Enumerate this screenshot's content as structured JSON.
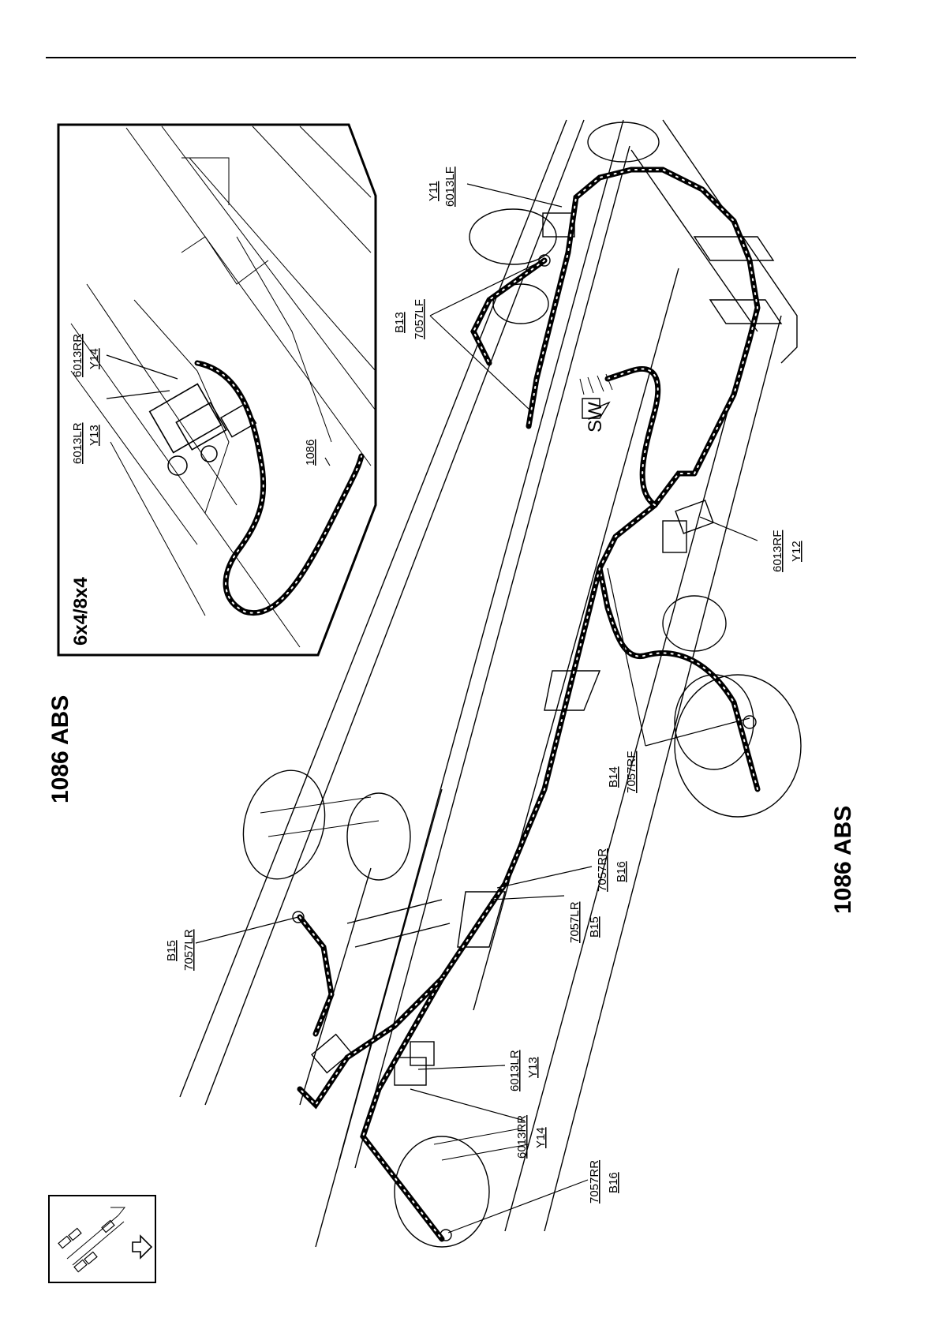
{
  "title_main": "1086 ABS",
  "title_secondary": "1086 ABS",
  "inset": {
    "title": "6x4/8x4",
    "labels": {
      "lr_code": "6013LR",
      "lr_ref": "Y13",
      "rr_code": "6013RR",
      "rr_ref": "Y14",
      "harness": "1086"
    }
  },
  "labels": {
    "y11_ref": "Y11",
    "y11_code": "6013LF",
    "b13_ref": "B13",
    "b13_code": "7057LF",
    "sw": "SW",
    "y12_code": "6013RF",
    "y12_ref": "Y12",
    "b14_ref": "B14",
    "b14_code": "7057RF",
    "b16a_code": "7057RR",
    "b16a_ref": "B16",
    "b15a_code": "7057LR",
    "b15a_ref": "B15",
    "b15b_ref": "B15",
    "b15b_code": "7057LR",
    "y13_code": "6013LR",
    "y13_ref": "Y13",
    "y14_code": "6013RR",
    "y14_ref": "Y14",
    "b16b_code": "7057RR",
    "b16b_ref": "B16"
  },
  "icons": [
    "vehicle-orientation-icon",
    "direction-arrow-icon"
  ]
}
